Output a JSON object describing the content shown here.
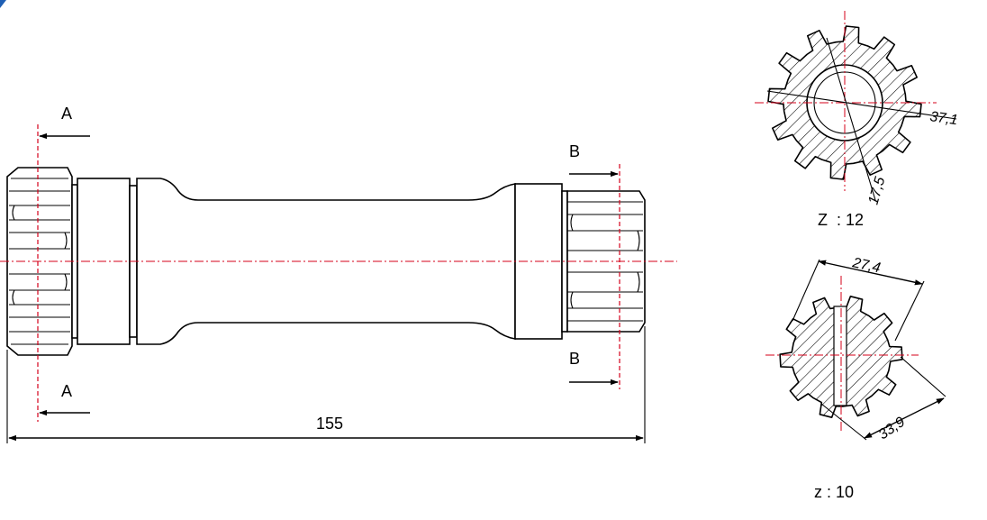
{
  "section_labels": {
    "a_top": "A",
    "a_bottom": "A",
    "b_top": "B",
    "b_bottom": "B"
  },
  "dimensions": {
    "overall_length": "155",
    "gear_outer_diameter": "37,1",
    "gear_inner_diameter": "17,5",
    "spline_width_a": "27,4",
    "spline_width_b": "33,9"
  },
  "teeth_counts": {
    "gear": "Z  : 12",
    "spline": "z : 10"
  },
  "colors": {
    "outline": "#000000",
    "centerline": "#d4001a",
    "corner_mark": "#1f5fb4"
  }
}
